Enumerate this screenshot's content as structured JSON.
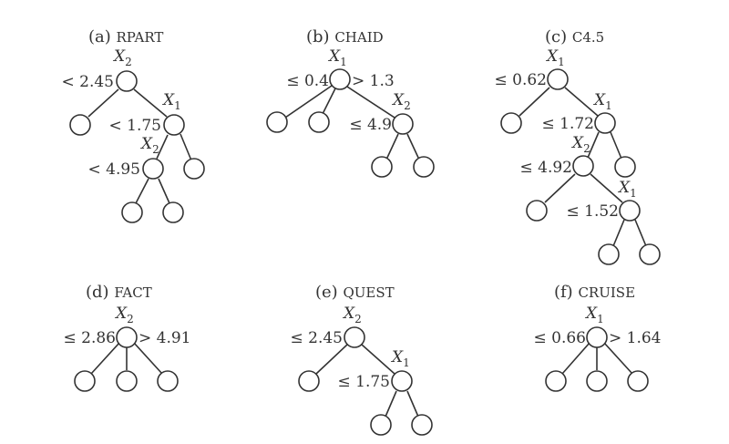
{
  "panels": [
    {
      "id": "a",
      "title_prefix": "(a)",
      "title_name": "RPART",
      "root_label": "X",
      "root_sub": "2",
      "root_left_cond": "< 2.45",
      "node2_label": "X",
      "node2_sub": "1",
      "node2_cond": "< 1.75",
      "node3_label": "X",
      "node3_sub": "2",
      "node3_cond": "< 4.95"
    },
    {
      "id": "b",
      "title_prefix": "(b)",
      "title_name": "CHAID",
      "root_label": "X",
      "root_sub": "1",
      "root_left_cond": "≤ 0.4",
      "root_right_cond": "> 1.3",
      "node2_label": "X",
      "node2_sub": "2",
      "node2_cond": "≤ 4.9"
    },
    {
      "id": "c",
      "title_prefix": "(c)",
      "title_name": "C4.5",
      "root_label": "X",
      "root_sub": "1",
      "root_left_cond": "≤ 0.62",
      "node2_label": "X",
      "node2_sub": "1",
      "node2_cond": "≤ 1.72",
      "node3_label": "X",
      "node3_sub": "2",
      "node3_cond": "≤ 4.92",
      "node4_label": "X",
      "node4_sub": "1",
      "node4_cond": "≤ 1.52"
    },
    {
      "id": "d",
      "title_prefix": "(d)",
      "title_name": "FACT",
      "root_label": "X",
      "root_sub": "2",
      "root_left_cond": "≤ 2.86",
      "root_right_cond": "> 4.91"
    },
    {
      "id": "e",
      "title_prefix": "(e)",
      "title_name": "QUEST",
      "root_label": "X",
      "root_sub": "2",
      "root_left_cond": "≤ 2.45",
      "node2_label": "X",
      "node2_sub": "1",
      "node2_cond": "≤ 1.75"
    },
    {
      "id": "f",
      "title_prefix": "(f)",
      "title_name": "CRUISE",
      "root_label": "X",
      "root_sub": "1",
      "root_left_cond": "≤ 0.66",
      "root_right_cond": "> 1.64"
    }
  ]
}
